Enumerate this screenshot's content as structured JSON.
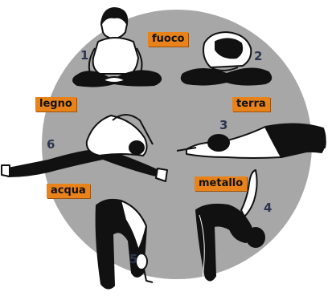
{
  "elements": {
    "fuoco": "fuoco",
    "terra": "terra",
    "metallo": "metallo",
    "acqua": "acqua",
    "legno": "legno"
  },
  "numbers": [
    "1",
    "2",
    "3",
    "4",
    "5",
    "6"
  ],
  "colors": {
    "circle": "#a7a7a7",
    "label_background": "#e8821a",
    "number_text": "#2b3550",
    "figure": "#111111",
    "skin": "#ffffff"
  }
}
